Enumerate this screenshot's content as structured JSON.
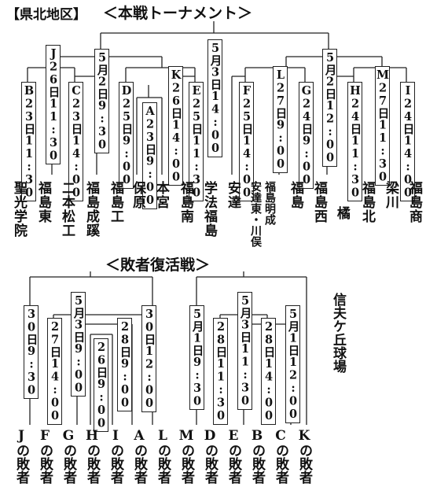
{
  "main": {
    "region": "【県北地区】",
    "title": "＜本戦トーナメント＞",
    "top_node": "5月3日14:00",
    "nodes": {
      "B": "B23日11:30",
      "J": "J26日11:30",
      "C": "C23日14:00",
      "m52_left": "5月2日9:30",
      "D": "D25日9:00",
      "A": "A23日9:00",
      "K": "K26日14:00",
      "E": "E25日11:30",
      "F": "F25日14:00",
      "L": "L27日9:00",
      "G": "G24日9:00",
      "m52_right": "5月2日12:00",
      "H": "H24日11:30",
      "M": "M27日11:30",
      "I": "I24日14:00"
    },
    "teams": [
      "聖光学院",
      "福島東",
      "二本松工",
      "福島成蹊",
      "福島工",
      "保原",
      "本宮",
      "福島南",
      "学法福島",
      "安達",
      "安達東・川俣",
      "福島明成",
      "福島",
      "福島西",
      "橘",
      "福島北",
      "梁川",
      "福島商"
    ]
  },
  "consolation": {
    "title": "＜敗者復活戦＞",
    "nodes": {
      "c30a": "30日9:30",
      "c27": "27日14:00",
      "c53a": "5月3日9:00",
      "c26": "26日9:00",
      "c28a": "28日9:00",
      "c30b": "30日12:00",
      "c51a": "5月1日9:30",
      "c28b": "28日11:30",
      "c53b": "5月3日11:30",
      "c28c": "28日14:00",
      "c51b": "5月1日12:00"
    },
    "losers": [
      "Jの敗者",
      "Fの敗者",
      "Gの敗者",
      "Hの敗者",
      "Iの敗者",
      "Aの敗者",
      "Lの敗者",
      "Mの敗者",
      "Dの敗者",
      "Eの敗者",
      "Bの敗者",
      "Cの敗者",
      "Kの敗者"
    ],
    "venue": "信夫ケ丘球場"
  }
}
